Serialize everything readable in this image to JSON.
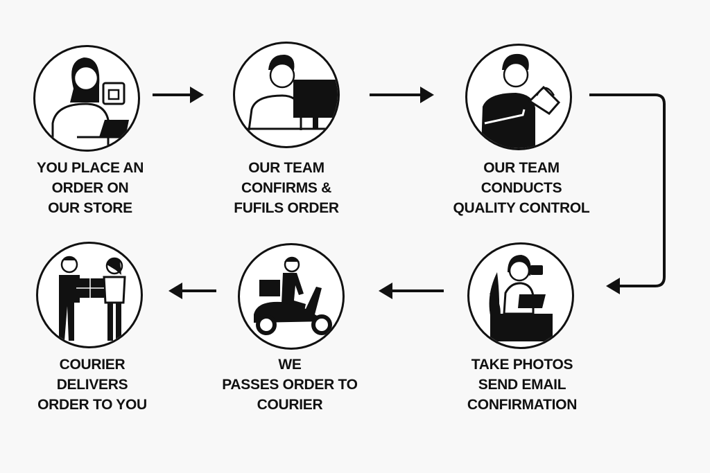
{
  "steps": [
    {
      "lines": [
        "YOU PLACE AN",
        "ORDER ON",
        "OUR STORE"
      ],
      "icon": "customer-shopping-laptop-icon"
    },
    {
      "lines": [
        "OUR TEAM",
        "CONFIRMS &",
        "FUFILS ORDER"
      ],
      "icon": "team-member-computer-icon"
    },
    {
      "lines": [
        "OUR TEAM",
        "CONDUCTS",
        "QUALITY CONTROL"
      ],
      "icon": "inspecting-bag-icon"
    },
    {
      "lines": [
        "TAKE PHOTOS",
        "SEND EMAIL",
        "CONFIRMATION"
      ],
      "icon": "photographer-laptop-icon"
    },
    {
      "lines": [
        "WE",
        "PASSES ORDER TO",
        "COURIER"
      ],
      "icon": "scooter-courier-icon"
    },
    {
      "lines": [
        "COURIER",
        "DELIVERS",
        "ORDER TO YOU"
      ],
      "icon": "package-handoff-icon"
    }
  ],
  "colors": {
    "ink": "#111111",
    "background": "#f8f8f8"
  }
}
